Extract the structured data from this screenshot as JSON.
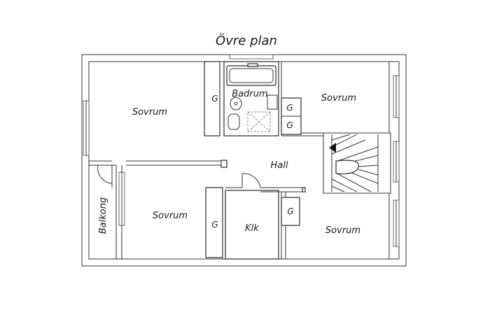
{
  "title": "Övre plan",
  "rooms": {
    "bedroom_top_left": "Sovrum",
    "bathroom": "Badrum",
    "bedroom_top_right": "Sovrum",
    "hall": "Hall",
    "balcony": "Balkong",
    "bedroom_bottom_left": "Sovrum",
    "closet_klk": "Klk",
    "bedroom_bottom_right": "Sovrum"
  },
  "wardrobes": {
    "g1": "G",
    "g2": "G",
    "g3": "G",
    "g4": "G",
    "g5": "G"
  },
  "colors": {
    "wall": "#2a2a2a",
    "background": "#ffffff",
    "text": "#1a1a1a"
  }
}
